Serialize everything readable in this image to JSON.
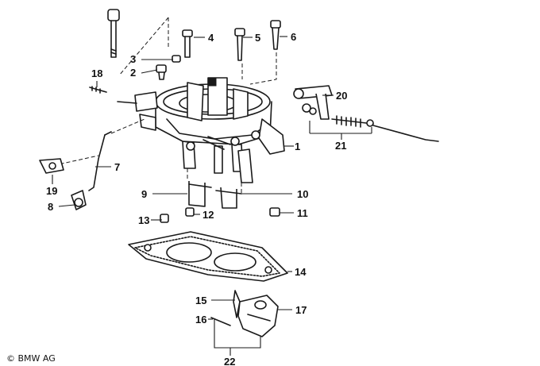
{
  "diagram": {
    "callouts": {
      "c1": "1",
      "c2": "2",
      "c3": "3",
      "c4": "4",
      "c5": "5",
      "c6": "6",
      "c7": "7",
      "c8": "8",
      "c9": "9",
      "c10": "10",
      "c11": "11",
      "c12": "12",
      "c13": "13",
      "c14": "14",
      "c15": "15",
      "c16": "16",
      "c17": "17",
      "c18": "18",
      "c19": "19",
      "c20": "20",
      "c21": "21",
      "c22": "22"
    },
    "copyright": "© BMW AG"
  }
}
